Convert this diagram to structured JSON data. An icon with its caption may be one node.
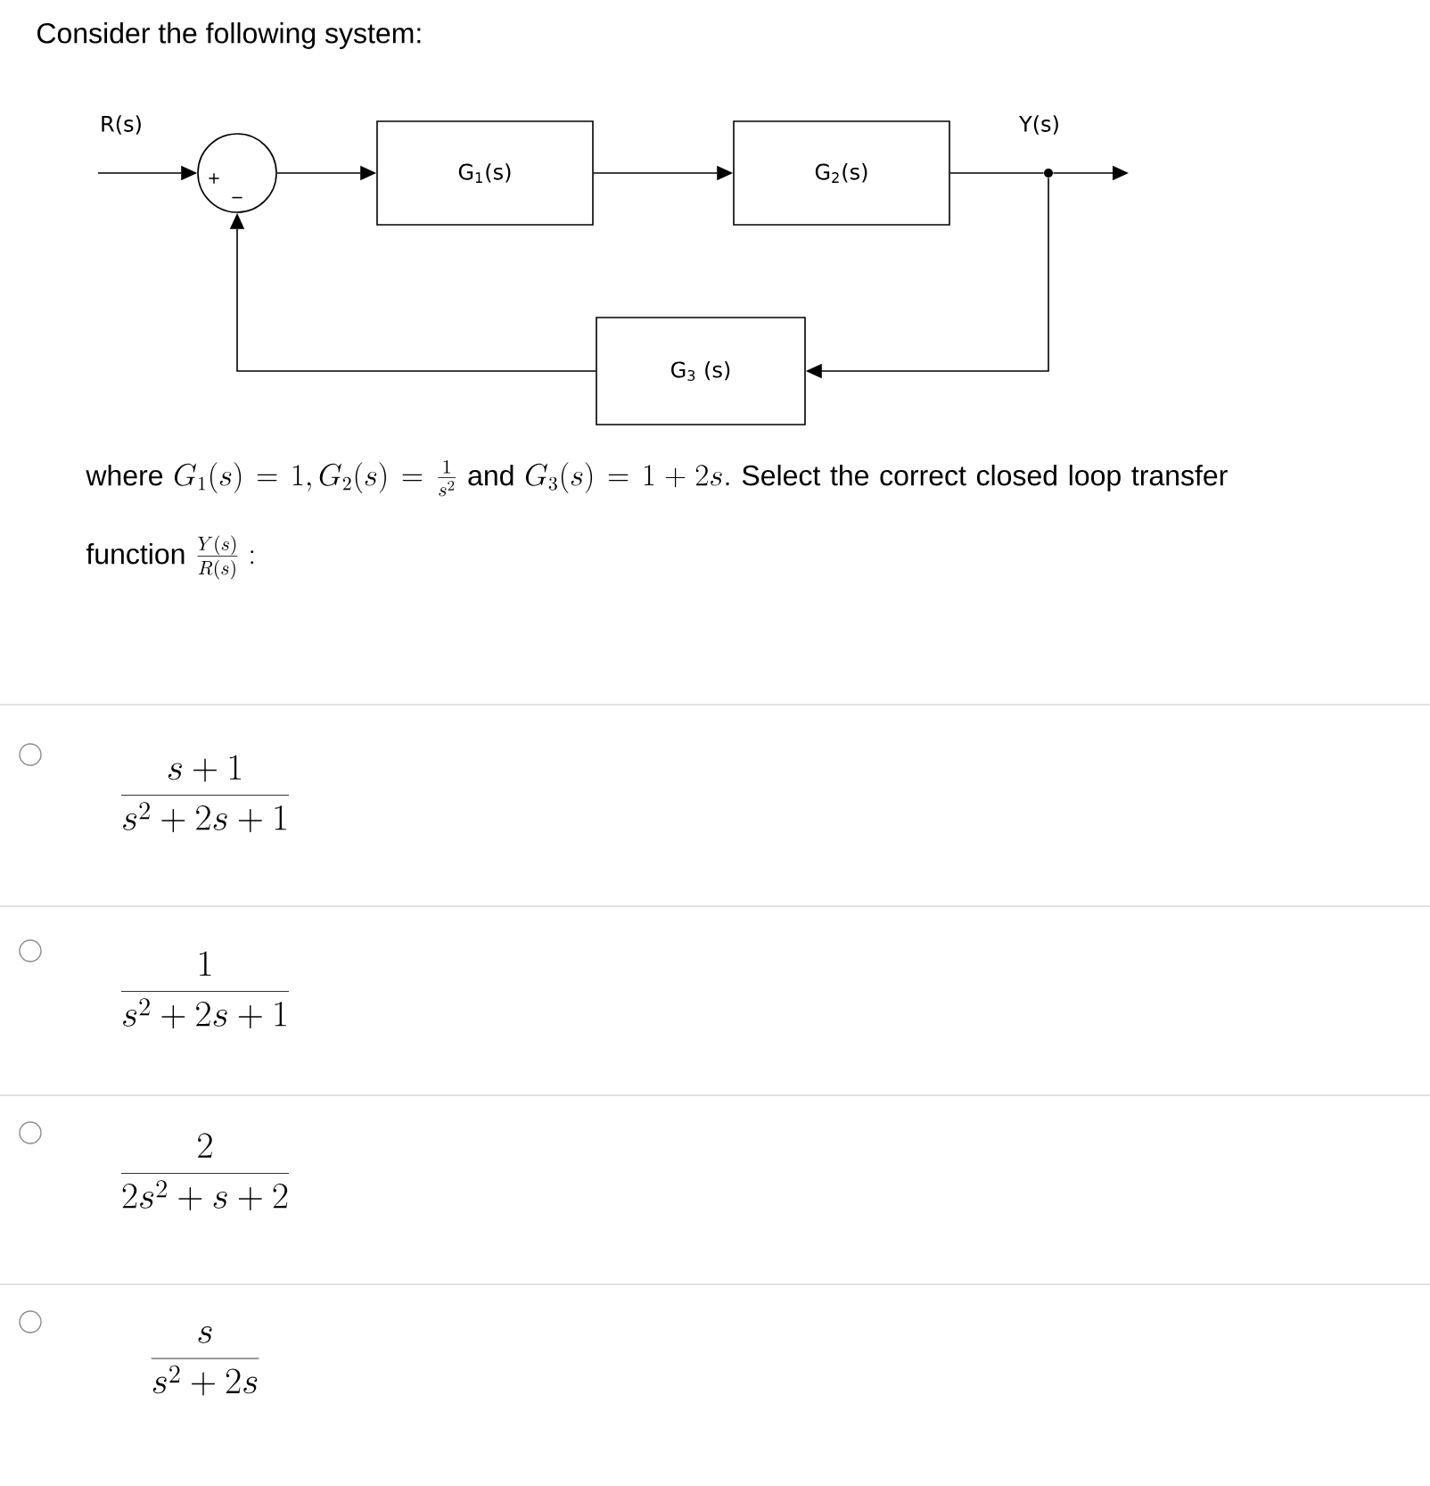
{
  "diagram": {
    "title": "Consider the following system:",
    "nodes": [
      {
        "text": [
          "+",
          "−"
        ]
      },
      {
        "text": [
          "G$_{1}$(s)"
        ]
      },
      {
        "text": [
          "G$_{2}$(s)"
        ]
      },
      {
        "text": [
          "G$_{3}$ (s)"
        ]
      },
      {
        "text": [],
        "shape": "circle"
      }
    ],
    "edges": [
      {
        "from": null,
        "to": 0,
        "arrow": "to",
        "label": "R(s)"
      },
      {
        "from": 0,
        "to": 1,
        "arrow": "to"
      },
      {
        "from": 1,
        "to": 2,
        "arrow": "to"
      },
      {
        "from": 2,
        "to": 4,
        "arrow": "none"
      },
      {
        "from": 4,
        "to": null,
        "arrow": "to",
        "label": "Y(s)"
      },
      {
        "from": 4,
        "to": 3,
        "arrow": "to"
      },
      {
        "from": 3,
        "to": 0,
        "arrow": "to"
      }
    ],
    "labels": [
      "where",
      "G_1(s) = 1, G_2(s) = \\frac{1}{s^2}",
      "and",
      "G_3(s) = 1 + 2s.",
      "Select the correct closed loop transfer function",
      "\\frac{Y(s)}{R(s)}:",
      "\\frac{s+1}{s^2+2s+1}",
      "\\frac{1}{s^2+2s+1}",
      "\\frac{2}{2s^2+s+2}",
      "\\frac{s}{s^2+2s}"
    ]
  }
}
